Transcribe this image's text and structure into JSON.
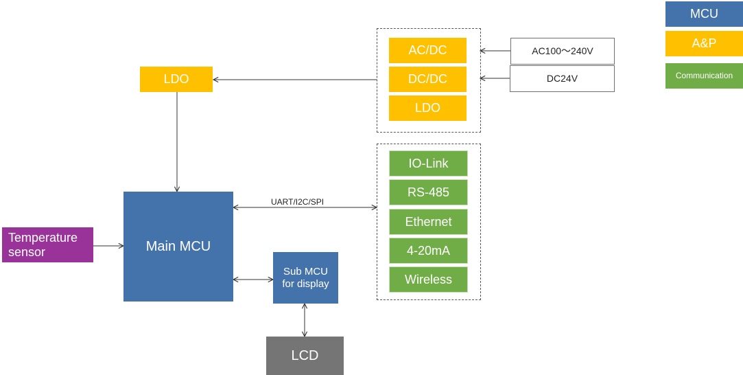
{
  "legend": {
    "mcu": "MCU",
    "ap": "A&P",
    "communication": "Communication"
  },
  "power_inputs": {
    "ac": "AC100～240V",
    "dc": "DC24V"
  },
  "power_group": {
    "acdc": "AC/DC",
    "dcdc": "DC/DC",
    "ldo": "LDO"
  },
  "ldo": "LDO",
  "main_mcu": "Main MCU",
  "temperature_sensor": "Temperature sensor",
  "sub_mcu": "Sub MCU for display",
  "lcd": "LCD",
  "bus_label": "UART/I2C/SPI",
  "comm_group": {
    "items": [
      "IO-Link",
      "RS-485",
      "Ethernet",
      "4-20mA",
      "Wireless"
    ]
  },
  "colors": {
    "mcu": "#4472aa",
    "ap": "#ffc000",
    "communication": "#70ad47",
    "sensor": "#993399",
    "lcd": "#757575"
  }
}
